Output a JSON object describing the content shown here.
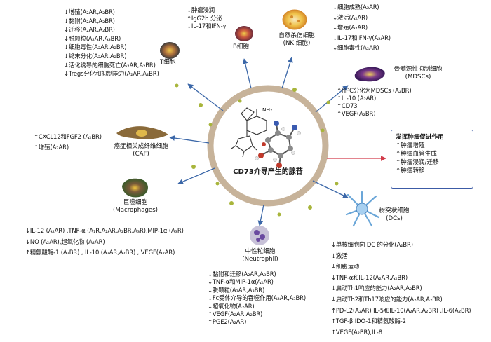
{
  "center": {
    "label": "CD73介导产生的腺苷",
    "nh2": "NH₂"
  },
  "tcell": {
    "name": "T细胞",
    "effects": [
      "↓增殖(A₂AR,A₂BR)",
      "↓黏附(A₂AR,A₂BR)",
      "↓迁移(A₂AR,A₂BR)",
      "↓脱颗粒(A₂AR,A₃BR)",
      "↓细胞毒性(A₂AR,A₂BR)",
      "↓终末分化(A₂AR,A₂BR)",
      "↓活化诱导的细胞死亡(A₂AR,A₂BR)",
      "↓Tregs分化和抑制能力(A₂AR,A₂BR)"
    ]
  },
  "bcell": {
    "name": "B细胞",
    "effects": [
      "↓肿瘤浸润",
      "↑IgG2b 分泌",
      "↓IL-17和IFN-γ"
    ]
  },
  "nk": {
    "name": "自然杀伤细胞",
    "sub": "(NK 细胞)",
    "effects": [
      "↓细胞成熟(A₂AR)",
      "↓激活(A₂AR)",
      "↓增殖(A₂AR)",
      "↓IL-17和IFN-γ(A₂AR)",
      "↓细胞毒性(A₂AR)"
    ]
  },
  "mdsc": {
    "name": "骨髓源性抑制细胞",
    "sub": "(MDSCs)",
    "effects": [
      "↑HPC分化为MDSCs (A₂BR)",
      "↑IL-10 (A₂AR)",
      "↑CD73",
      "↑VEGF(A₂BR)"
    ]
  },
  "caf": {
    "name": "癌症相关成纤维细胞",
    "sub": "(CAF)",
    "effects": [
      "↑CXCL12和FGF2 (A₂BR)",
      "↑增殖(A₂AR)"
    ]
  },
  "macro": {
    "name": "巨噬细胞",
    "sub": "(Macrophages)",
    "effects": [
      "↓IL-12 (A₂AR) ,TNF-α (A₁R,A₂AR,A₂BR,A₃R),MIP-1α (A₃R)",
      "↓NO (A₂AR),超氧化物 (A₂AR)",
      "↑精氨酸酶-1 (A₂BR) , IL-10 (A₂AR,A₂BR) , VEGF(A₂AR)"
    ]
  },
  "neutro": {
    "name": "中性粒细胞",
    "sub": "(Neutrophil)",
    "effects": [
      "↓黏附和迁移(A₂AR,A₃BR)",
      "↓TNF-α和MIP-1α(A₂AR)",
      "↓脱颗粒(A₂AR,A₃BR)",
      "↓Fc受体介导的吞噬作用(A₂AR,A₃BR)",
      "↓超氧化物(A₂AR)",
      "↑VEGF(A₂AR,A₂BR)",
      "↑PGE2(A₂AR)"
    ]
  },
  "dc": {
    "name": "树突状细胞",
    "sub": "(DCs)",
    "effects": [
      "↓单核细胞向 DC 的分化(A₂BR)",
      "↓激活",
      "↓细胞运动",
      "↓TNF-α和IL-12(A₂AR,A₂BR)",
      "↓启动Th1响应的能力(A₂AR,A₂BR)",
      "↓启动Th2和Th17响应的能力(A₂AR,A₂BR)",
      "↑PD-L2(A₂AR) IL-5和IL-10(A₂AR,A₂BR) ,IL-6(A₂BR)",
      "↑TGF-β IDO-1和精氨酸酶-2",
      "↑VEGF(A₂BR),IL-8"
    ]
  },
  "tumor": {
    "title": "发挥肿瘤促进作用",
    "effects": [
      "↑肿瘤增殖",
      "↑肿瘤血管生成",
      "↑肿瘤浸润/迁移",
      "↑肿瘤转移"
    ]
  },
  "colors": {
    "ring": "#c7b39a",
    "arrow": "#3b67a8",
    "dot": "#a8b53b",
    "tumor_arrow": "#d23b4a",
    "box_border": "#3c5ba6"
  }
}
